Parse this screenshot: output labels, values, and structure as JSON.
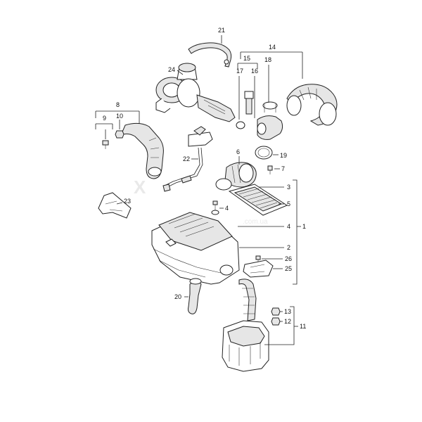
{
  "watermark": {
    "line1": "X",
    "line2": ".com.ua"
  },
  "labels": {
    "l1": "1",
    "l2": "2",
    "l3": "3",
    "l4a": "4",
    "l4b": "4",
    "l5": "5",
    "l6": "6",
    "l7": "7",
    "l8": "8",
    "l9": "9",
    "l10": "10",
    "l11": "11",
    "l12": "12",
    "l13": "13",
    "l14": "14",
    "l15": "15",
    "l16": "16",
    "l17": "17",
    "l18": "18",
    "l19": "19",
    "l20": "20",
    "l21": "21",
    "l22": "22",
    "l23": "23",
    "l24": "24",
    "l25": "25",
    "l26": "26"
  }
}
